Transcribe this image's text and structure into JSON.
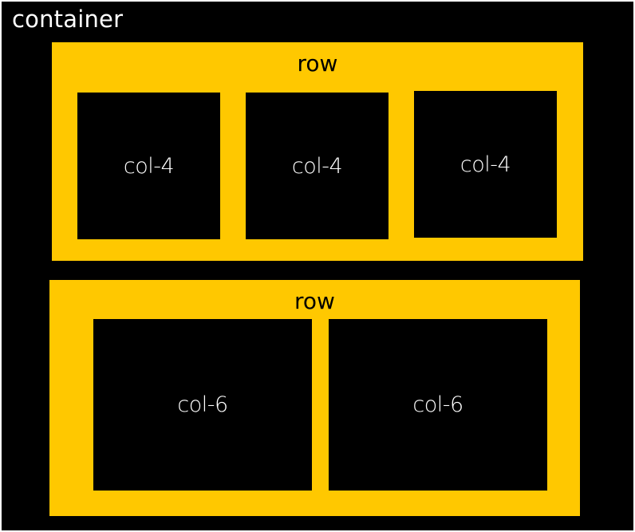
{
  "container": {
    "label": "container",
    "background": "#000000"
  },
  "rows": [
    {
      "label": "row",
      "background": "#FFC800",
      "columns": [
        {
          "label": "col-4"
        },
        {
          "label": "col-4"
        },
        {
          "label": "col-4"
        }
      ]
    },
    {
      "label": "row",
      "background": "#FFC800",
      "columns": [
        {
          "label": "col-6"
        },
        {
          "label": "col-6"
        }
      ]
    }
  ]
}
